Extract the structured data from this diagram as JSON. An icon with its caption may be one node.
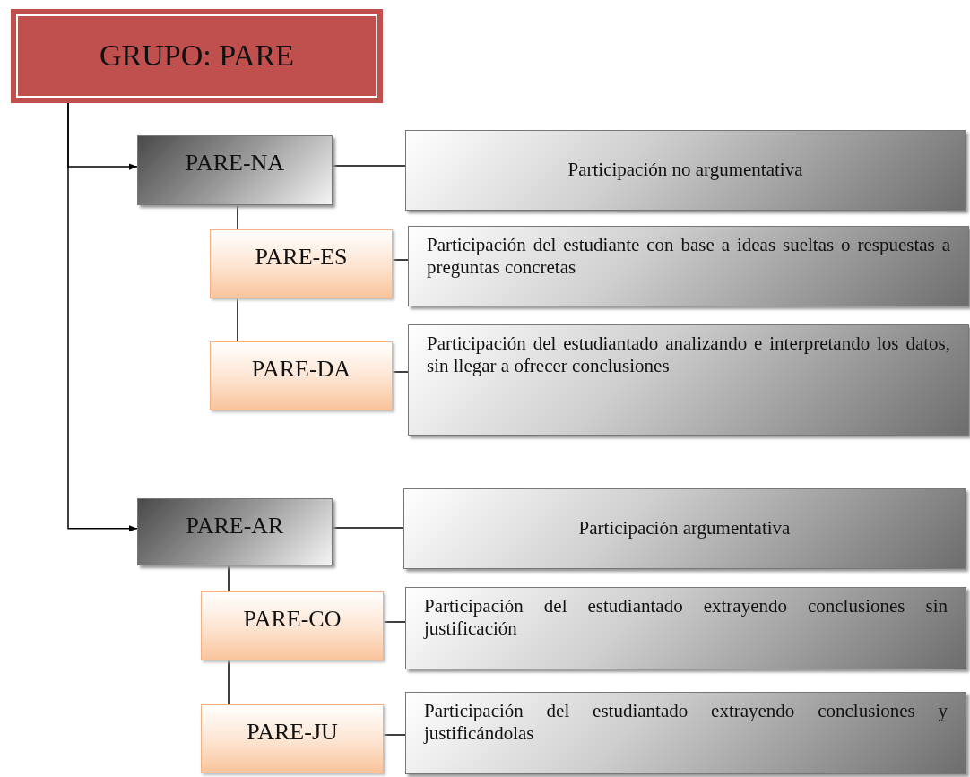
{
  "diagram": {
    "nodes": [
      {
        "text": [
          "GRUPO: PARE"
        ]
      },
      {
        "text": [
          "PARE-NA"
        ]
      },
      {
        "text": [
          "Participación no argumentativa"
        ]
      },
      {
        "text": [
          "PARE-ES"
        ]
      },
      {
        "text": [
          "Participación del estudiante con base a ideas sueltas o respuestas a preguntas concretas"
        ]
      },
      {
        "text": [
          "PARE-DA"
        ]
      },
      {
        "text": [
          "Participación del estudiantado analizando e interpretando los datos, sin llegar a ofrecer conclusiones"
        ]
      },
      {
        "text": [
          "PARE-AR"
        ]
      },
      {
        "text": [
          "Participación argumentativa"
        ]
      },
      {
        "text": [
          "PARE-CO"
        ]
      },
      {
        "text": [
          "Participación del estudiantado extrayendo conclusiones sin justificación"
        ]
      },
      {
        "text": [
          "PARE-JU"
        ]
      },
      {
        "text": [
          "Participación del estudiantado extrayendo conclusiones y justificándolas"
        ]
      }
    ],
    "edges": [
      {
        "from": 0,
        "to": 1,
        "arrow": "to"
      },
      {
        "from": 0,
        "to": 7,
        "arrow": "to"
      },
      {
        "from": 1,
        "to": 2,
        "arrow": "none"
      },
      {
        "from": 1,
        "to": 3,
        "arrow": "none"
      },
      {
        "from": 3,
        "to": 4,
        "arrow": "none"
      },
      {
        "from": 3,
        "to": 5,
        "arrow": "none"
      },
      {
        "from": 5,
        "to": 6,
        "arrow": "none"
      },
      {
        "from": 7,
        "to": 8,
        "arrow": "none"
      },
      {
        "from": 7,
        "to": 9,
        "arrow": "none"
      },
      {
        "from": 9,
        "to": 10,
        "arrow": "none"
      },
      {
        "from": 9,
        "to": 11,
        "arrow": "none"
      },
      {
        "from": 11,
        "to": 12,
        "arrow": "none"
      }
    ]
  }
}
